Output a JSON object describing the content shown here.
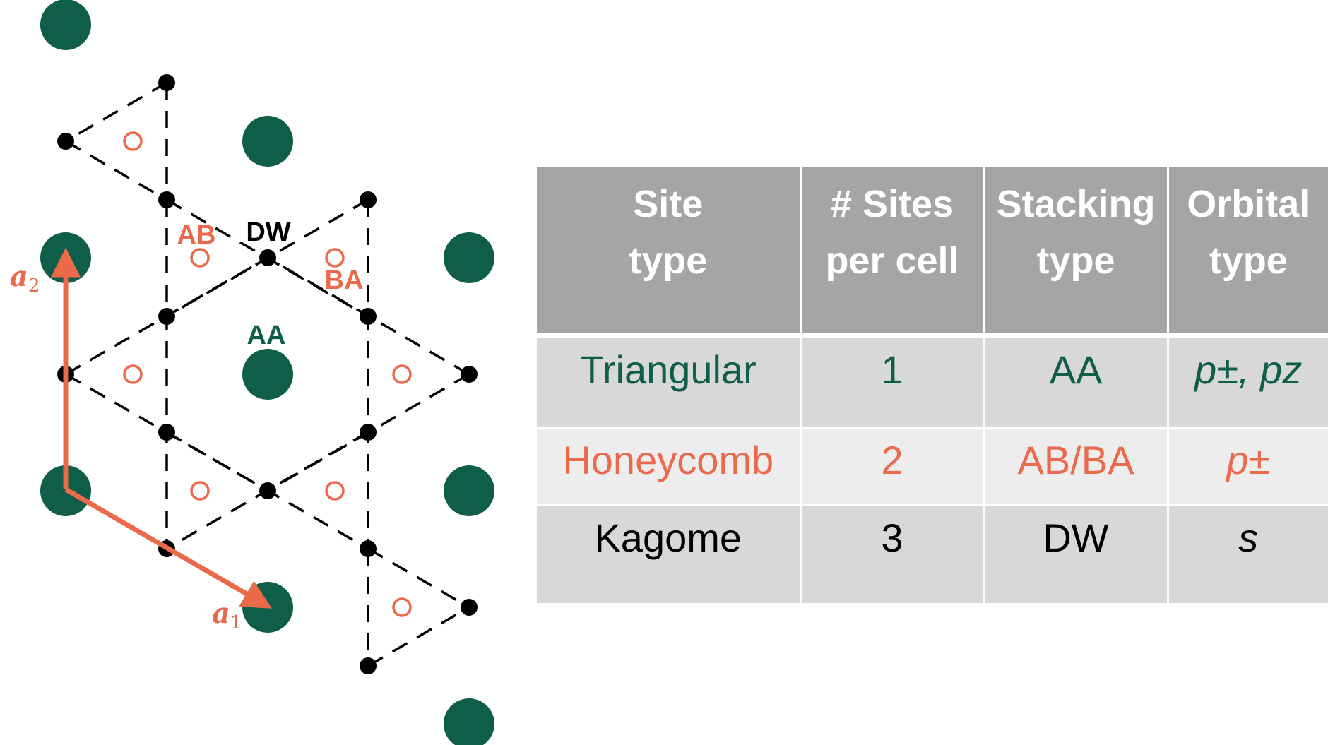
{
  "diagram": {
    "site_labels": {
      "ab": "AB",
      "dw": "DW",
      "ba": "BA",
      "aa": "AA"
    },
    "vectors": {
      "a1": {
        "base": "a",
        "sub": "1"
      },
      "a2": {
        "base": "a",
        "sub": "2"
      }
    },
    "colors": {
      "triangular": "#0f5e4a",
      "honeycomb": "#ea6a4b",
      "kagome": "#000000"
    }
  },
  "table": {
    "headers": [
      {
        "line1": "Site",
        "line2": "type"
      },
      {
        "line1": "# Sites",
        "line2": "per cell"
      },
      {
        "line1": "Stacking",
        "line2": "type"
      },
      {
        "line1": "Orbital",
        "line2": "type"
      }
    ],
    "rows": [
      {
        "site": "Triangular",
        "count": "1",
        "stacking": "AA",
        "orbital": "p±, pz"
      },
      {
        "site": "Honeycomb",
        "count": "2",
        "stacking": "AB/BA",
        "orbital": "p±"
      },
      {
        "site": "Kagome",
        "count": "3",
        "stacking": "DW",
        "orbital": "s"
      }
    ]
  }
}
